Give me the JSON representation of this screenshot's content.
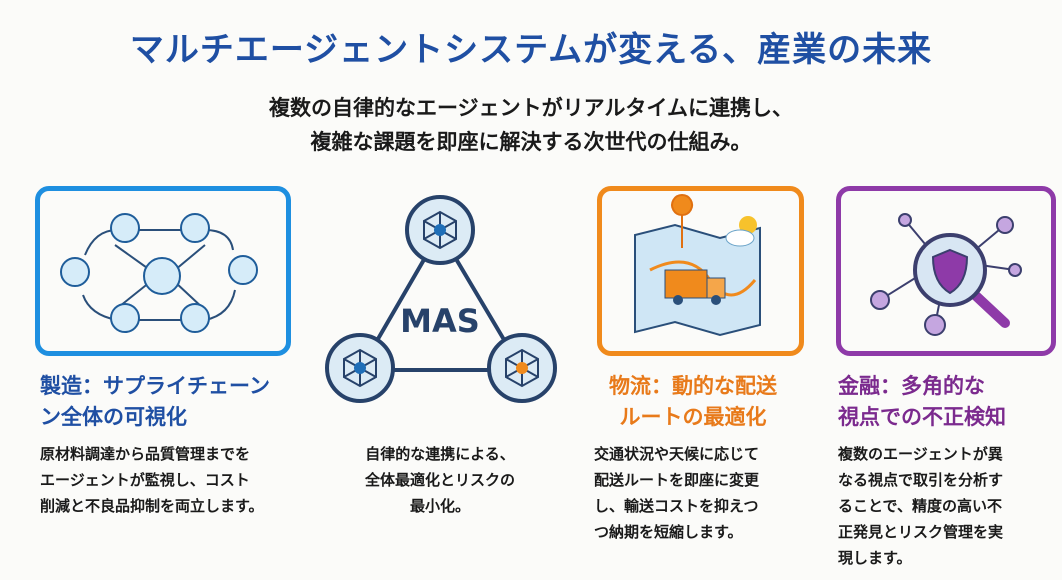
{
  "title": "マルチエージェントシステムが変える、産業の未来",
  "subtitle": [
    "複数の自律的なエージェントがリアルタイムに連携し、",
    "複雑な課題を即座に解決する次世代の仕組み。"
  ],
  "center": {
    "label": "MAS",
    "desc": [
      "自律的な連携による、",
      "全体最適化とリスクの",
      "最小化。"
    ]
  },
  "cards": [
    {
      "heading": [
        "製造：サプライチェーン",
        "ン全体の可視化"
      ],
      "body": [
        "原材料調達から品質管理までを",
        "エージェントが監視し、コスト",
        "削減と不良品抑制を両立します。"
      ],
      "color": "#1e8fe0",
      "text_color": "#1f4fa3"
    },
    {
      "heading": [
        "物流：動的な配送",
        "ルートの最適化"
      ],
      "body": [
        "交通状況や天候に応じて",
        "配送ルートを即座に変更",
        "し、輸送コストを抑えつ",
        "つ納期を短縮します。"
      ],
      "color": "#f08a1c",
      "text_color": "#e87a1a"
    },
    {
      "heading": [
        "金融：多角的な",
        "視点での不正検知"
      ],
      "body": [
        "複数のエージェントが異",
        "なる視点で取引を分析す",
        "ることで、精度の高い不",
        "正発見とリスク管理を実",
        "現します。"
      ],
      "color": "#8e3aa8",
      "text_color": "#7b2a8e"
    }
  ]
}
